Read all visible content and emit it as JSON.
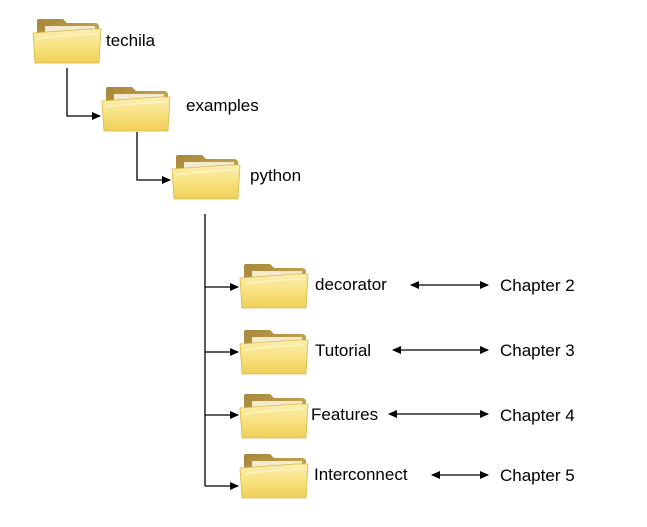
{
  "tree": {
    "root": {
      "label": "techila",
      "icon": "folder-icon"
    },
    "level1": {
      "label": "examples",
      "icon": "folder-icon"
    },
    "level2": {
      "label": "python",
      "icon": "folder-icon"
    },
    "children": [
      {
        "label": "decorator",
        "icon": "folder-icon",
        "chapter": "Chapter 2"
      },
      {
        "label": "Tutorial",
        "icon": "folder-icon",
        "chapter": "Chapter 3"
      },
      {
        "label": "Features",
        "icon": "folder-icon",
        "chapter": "Chapter 4"
      },
      {
        "label": "Interconnect",
        "icon": "folder-icon",
        "chapter": "Chapter 5"
      }
    ]
  },
  "colors": {
    "folder_back": "#c8a64a",
    "folder_front": "#f7e07a",
    "folder_front_light": "#fcefb0",
    "line": "#000000"
  }
}
